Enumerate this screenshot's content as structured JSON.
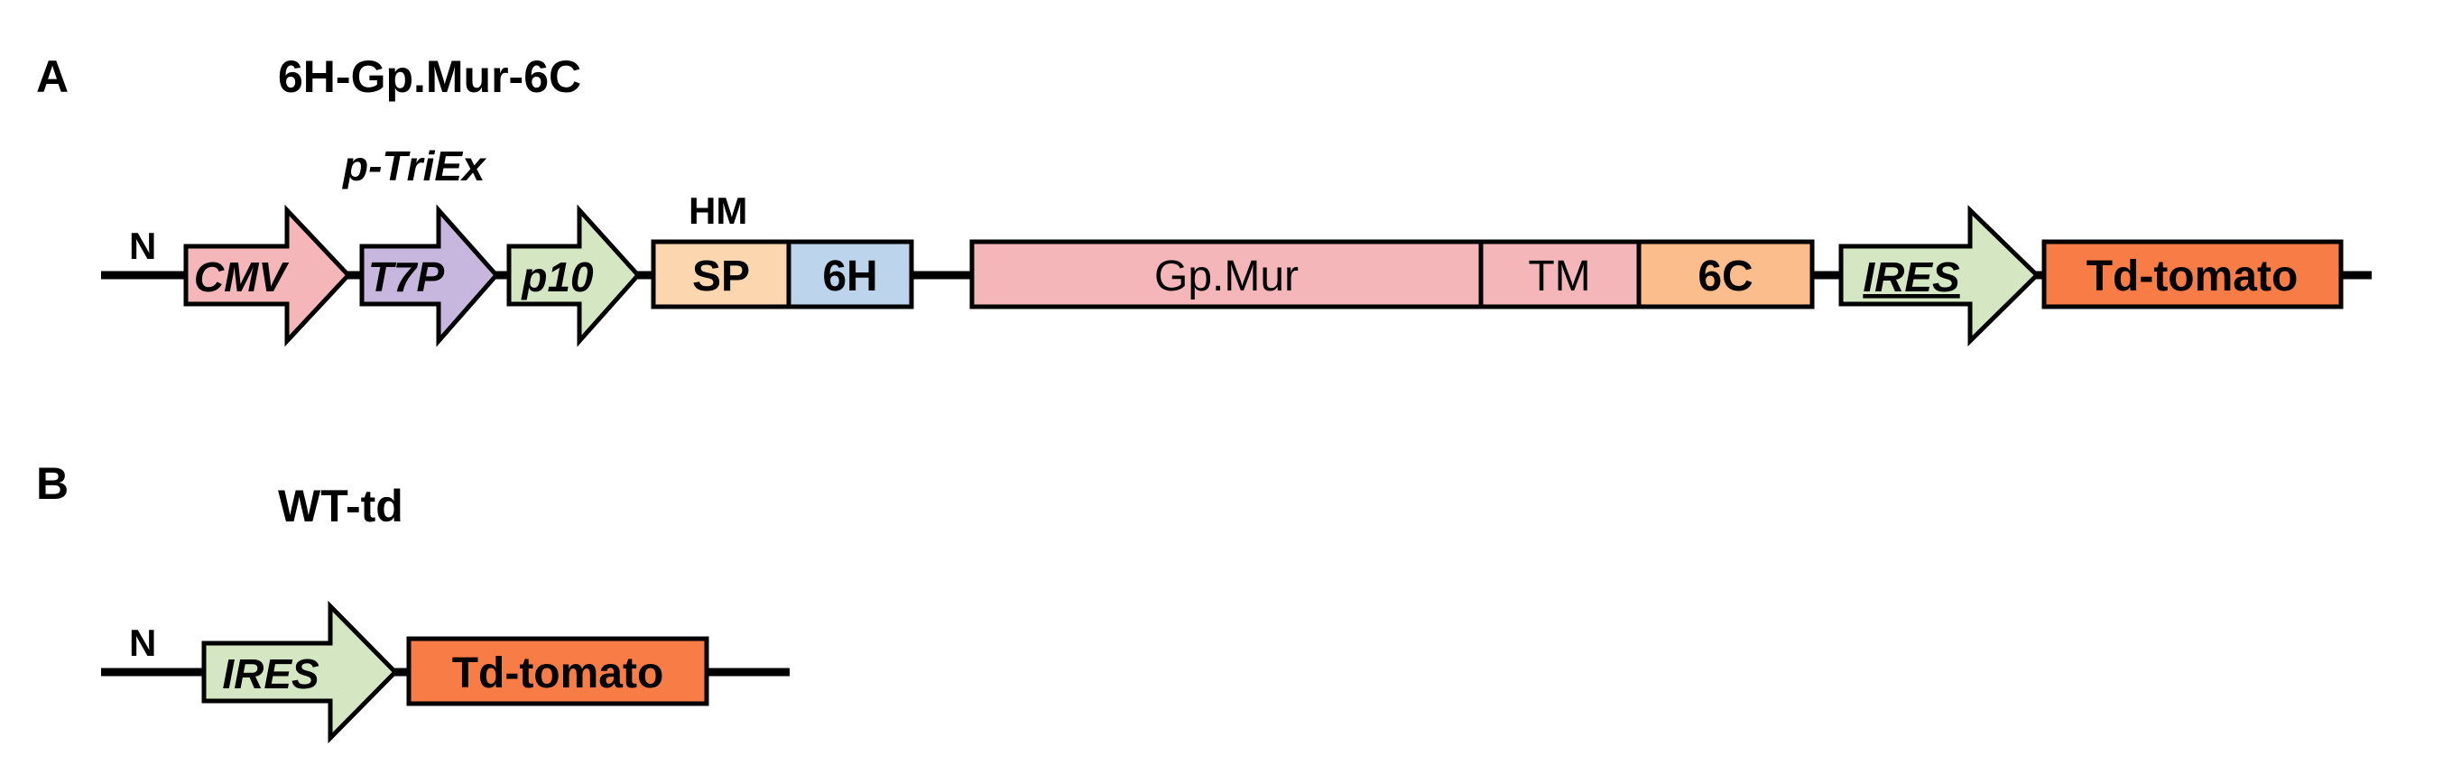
{
  "panels": [
    {
      "letter": "A",
      "title": "6H-Gp.Mur-6C",
      "n_label": "N",
      "group_label": "p-TriEx",
      "hm_label": "HM",
      "elements": [
        {
          "kind": "arrow",
          "label": "CMV",
          "color": "#f4b6b8"
        },
        {
          "kind": "arrow",
          "label": "T7P",
          "color": "#c7b6dd"
        },
        {
          "kind": "arrow",
          "label": "p10",
          "color": "#d4e6c2"
        },
        {
          "kind": "box",
          "label": "SP",
          "color": "#fbd6ae"
        },
        {
          "kind": "box",
          "label": "6H",
          "color": "#bcd5ec"
        },
        {
          "kind": "box",
          "label": "Gp.Mur",
          "color": "#f4b6b8"
        },
        {
          "kind": "box",
          "label": "TM",
          "color": "#f4b6b8"
        },
        {
          "kind": "box",
          "label": "6C",
          "color": "#fbbd8c"
        },
        {
          "kind": "arrow",
          "label": "IRES",
          "color": "#d4e6c2"
        },
        {
          "kind": "box",
          "label": "Td-tomato",
          "color": "#f77c45"
        }
      ]
    },
    {
      "letter": "B",
      "title": "WT-td",
      "n_label": "N",
      "elements": [
        {
          "kind": "arrow",
          "label": "IRES",
          "color": "#d4e6c2"
        },
        {
          "kind": "box",
          "label": "Td-tomato",
          "color": "#f77c45"
        }
      ]
    }
  ]
}
